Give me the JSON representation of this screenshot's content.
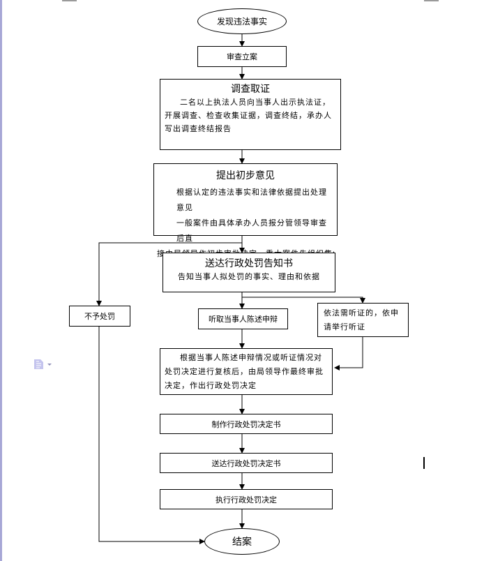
{
  "flowchart": {
    "start": "发现违法事实",
    "register": "审查立案",
    "investigate": {
      "title": "调查取证",
      "body": "二名以上执法人员向当事人出示执法证，开展调查、检查收集证据，调查终结，承办人写出调查终结报告"
    },
    "preliminary": {
      "title": "提出初步意见",
      "line1": "根据认定的违法事实和法律依据提出处理意见",
      "line2": "一般案件由具体承办人员报分管领导审查后直",
      "line3": "接由局领导作初步审批决定，重大案件先组织集体讨"
    },
    "notice": {
      "title": "送达行政处罚告知书",
      "body": "告知当事人拟处罚的事实、理由和依据"
    },
    "no_penalty": "不予处罚",
    "hear_defense": "听取当事人陈述申辩",
    "hearing": "依法需听证的，依申请举行听证",
    "review": "根据当事人陈述申辩情况或听证情况对处罚决定进行复核后，由局领导作最终审批决定，作出行政处罚决定",
    "make_decision": "制作行政处罚决定书",
    "deliver_decision": "送达行政处罚决定书",
    "execute": "执行行政处罚决定",
    "end": "结案"
  },
  "icons": {
    "document": "document-icon",
    "dropdown": "caret-down-icon"
  }
}
